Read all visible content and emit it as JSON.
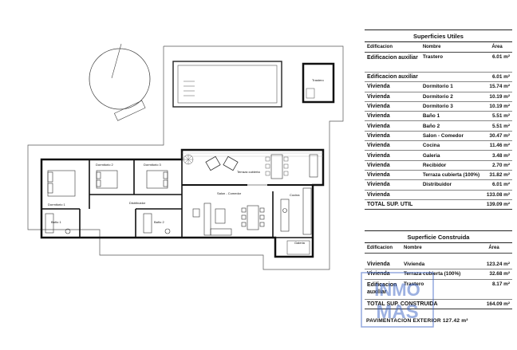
{
  "plan": {
    "rooms": {
      "trastero": "Trastero",
      "terraza": "Terraza cubierta",
      "dormitorio1": "Dormitorio 1",
      "dormitorio2": "Dormitorio 2",
      "dormitorio3": "Dormitorio 3",
      "distribuidor": "Distribuidor",
      "salon": "Salon - Comedor",
      "cocina": "Cocina",
      "bano1": "Baño 1",
      "bano2": "Baño 2",
      "galeria": "Galeria"
    }
  },
  "utiles": {
    "title": "Superficies Utiles",
    "headers": [
      "Edificacion",
      "Nombre",
      "Área"
    ],
    "rows": [
      {
        "edif": "Edificacion auxiliar",
        "nombre": "Trastero",
        "area": "6.01 m²"
      },
      {
        "edif": "Edificacion auxiliar",
        "nombre": "",
        "area": "6.01 m²"
      },
      {
        "edif": "Vivienda",
        "nombre": "Dormitorio 1",
        "area": "15.74 m²"
      },
      {
        "edif": "Vivienda",
        "nombre": "Dormitorio 2",
        "area": "10.19 m²"
      },
      {
        "edif": "Vivienda",
        "nombre": "Dormitorio 3",
        "area": "10.19 m²"
      },
      {
        "edif": "Vivienda",
        "nombre": "Baño 1",
        "area": "5.51 m²"
      },
      {
        "edif": "Vivienda",
        "nombre": "Baño 2",
        "area": "5.51 m²"
      },
      {
        "edif": "Vivienda",
        "nombre": "Salon - Comedor",
        "area": "30.47 m²"
      },
      {
        "edif": "Vivienda",
        "nombre": "Cocina",
        "area": "11.46 m²"
      },
      {
        "edif": "Vivienda",
        "nombre": "Galeria",
        "area": "3.48 m²"
      },
      {
        "edif": "Vivienda",
        "nombre": "Recibidor",
        "area": "2.70 m²"
      },
      {
        "edif": "Vivienda",
        "nombre": "Terraza cubierta (100%)",
        "area": "31.82 m²"
      },
      {
        "edif": "Vivienda",
        "nombre": "Distribuidor",
        "area": "6.01 m²"
      },
      {
        "edif": "Vivienda",
        "nombre": "",
        "area": "133.08 m²"
      }
    ],
    "total_label": "TOTAL SUP. UTIL",
    "total_value": "139.09 m²"
  },
  "construida": {
    "title": "Superficie Construida",
    "headers": [
      "Edificacion",
      "Nombre",
      "Área"
    ],
    "rows": [
      {
        "edif": "Vivienda",
        "nombre": "Vivienda",
        "area": "123.24 m²"
      },
      {
        "edif": "Vivienda",
        "nombre": "Terraza cubierta (100%)",
        "area": "32.68 m²"
      },
      {
        "edif": "Edificacion auxiliar",
        "nombre": "Trastero",
        "area": "8.17 m²"
      }
    ],
    "total_label": "TOTAL SUP. CONSTRUIDA",
    "total_value": "164.09 m²"
  },
  "exterior": "PAVIMENTACION EXTERIOR 127.42 m²",
  "watermark": {
    "line1": "INMO",
    "line2": "MAS",
    "color": "#3b63c4"
  }
}
